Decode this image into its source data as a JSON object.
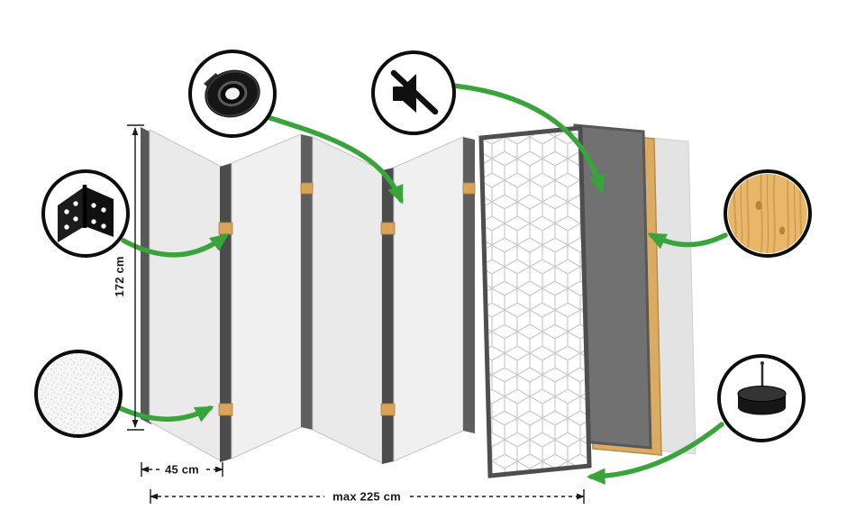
{
  "diagram": {
    "name": "room-divider-construction-diagram",
    "dimensions": {
      "height_label": "172 cm",
      "panel_width_label": "45 cm",
      "total_width_label": "max 225 cm"
    },
    "callouts": {
      "hinge": {
        "icon": "hinge-icon"
      },
      "tape": {
        "icon": "tape-roll-icon"
      },
      "mute": {
        "icon": "muted-speaker-icon"
      },
      "fabric": {
        "icon": "fabric-texture-swatch"
      },
      "wood": {
        "icon": "wood-texture-swatch"
      },
      "pad": {
        "icon": "felt-pad-icon"
      }
    },
    "colors": {
      "arrow_green": "#3aa43c",
      "dimension_ink": "#1a1a1a",
      "panel_light": "#eaeaea",
      "panel_edge": "#4c4c4c",
      "wood_frame": "#dcab62",
      "dark_layer": "#717171",
      "pattern_line": "#c6c6c6",
      "background": "#ffffff"
    }
  }
}
